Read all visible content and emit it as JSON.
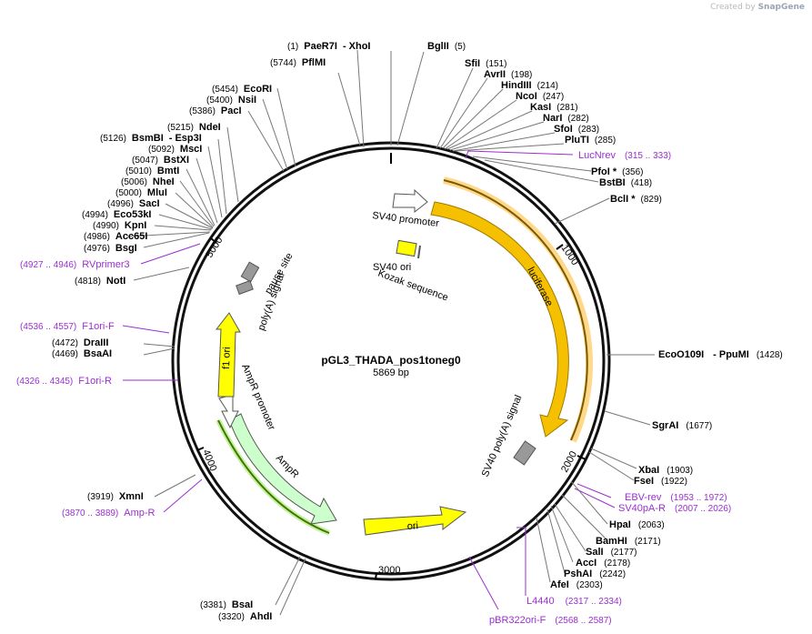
{
  "watermark": {
    "prefix": "Created by",
    "brand": "SnapGene"
  },
  "plasmid": {
    "name": "pGL3_THADA_pos1toneg0",
    "size": "5869 bp"
  },
  "ticks": [
    "1000",
    "2000",
    "3000",
    "4000",
    "5000"
  ],
  "sites": [
    {
      "pre": "(1)",
      "name": "PaeR7I",
      "post": "- XhoI"
    },
    {
      "pre": "(5744)",
      "name": "PflMI",
      "post": ""
    },
    {
      "pre": "",
      "name": "BglII",
      "post": "(5)"
    },
    {
      "pre": "",
      "name": "SfiI",
      "post": "(151)"
    },
    {
      "pre": "",
      "name": "AvrII",
      "post": "(198)"
    },
    {
      "pre": "",
      "name": "HindIII",
      "post": "(214)"
    },
    {
      "pre": "",
      "name": "NcoI",
      "post": "(247)"
    },
    {
      "pre": "",
      "name": "KasI",
      "post": "(281)"
    },
    {
      "pre": "",
      "name": "NarI",
      "post": "(282)"
    },
    {
      "pre": "",
      "name": "SfoI",
      "post": "(283)"
    },
    {
      "pre": "",
      "name": "PluTI",
      "post": "(285)"
    },
    {
      "pre": "",
      "name": "PfoI *",
      "post": "(356)"
    },
    {
      "pre": "",
      "name": "BstBI",
      "post": "(418)"
    },
    {
      "pre": "",
      "name": "BclI *",
      "post": "(829)"
    },
    {
      "pre": "",
      "name": "EcoO109I",
      "post": "- PpuMI"
    },
    {
      "pre": "",
      "name": "SgrAI",
      "post": "(1677)"
    },
    {
      "pre": "",
      "name": "XbaI",
      "post": "(1903)"
    },
    {
      "pre": "",
      "name": "FseI",
      "post": "(1922)"
    },
    {
      "pre": "",
      "name": "HpaI",
      "post": "(2063)"
    },
    {
      "pre": "",
      "name": "BamHI",
      "post": "(2171)"
    },
    {
      "pre": "",
      "name": "SalI",
      "post": "(2177)"
    },
    {
      "pre": "",
      "name": "AccI",
      "post": "(2178)"
    },
    {
      "pre": "",
      "name": "PshAI",
      "post": "(2242)"
    },
    {
      "pre": "",
      "name": "AfeI",
      "post": "(2303)"
    },
    {
      "pre": "(3381)",
      "name": "BsaI",
      "post": ""
    },
    {
      "pre": "(3320)",
      "name": "AhdI",
      "post": ""
    },
    {
      "pre": "(3919)",
      "name": "XmnI",
      "post": ""
    },
    {
      "pre": "(4472)",
      "name": "DraIII",
      "post": ""
    },
    {
      "pre": "(4469)",
      "name": "BsaAI",
      "post": ""
    },
    {
      "pre": "(4818)",
      "name": "NotI",
      "post": ""
    },
    {
      "pre": "(4976)",
      "name": "BsgI",
      "post": ""
    },
    {
      "pre": "(4986)",
      "name": "Acc65I",
      "post": ""
    },
    {
      "pre": "(4990)",
      "name": "KpnI",
      "post": ""
    },
    {
      "pre": "(4994)",
      "name": "Eco53kI",
      "post": ""
    },
    {
      "pre": "(4996)",
      "name": "SacI",
      "post": ""
    },
    {
      "pre": "(5000)",
      "name": "MluI",
      "post": ""
    },
    {
      "pre": "(5006)",
      "name": "NheI",
      "post": ""
    },
    {
      "pre": "(5010)",
      "name": "BmtI",
      "post": ""
    },
    {
      "pre": "(5047)",
      "name": "BstXI",
      "post": ""
    },
    {
      "pre": "(5092)",
      "name": "MscI",
      "post": ""
    },
    {
      "pre": "(5126)",
      "name": "BsmBI",
      "post": "- Esp3I"
    },
    {
      "pre": "(5215)",
      "name": "NdeI",
      "post": ""
    },
    {
      "pre": "(5386)",
      "name": "PacI",
      "post": ""
    },
    {
      "pre": "(5400)",
      "name": "NsiI",
      "post": ""
    },
    {
      "pre": "(5454)",
      "name": "EcoRI",
      "post": ""
    }
  ],
  "ecoO109I_pos": "(1428)",
  "primers": [
    {
      "name": "LucNrev",
      "range": "(315 .. 333)"
    },
    {
      "name": "EBV-rev",
      "range": "(1953 .. 1972)"
    },
    {
      "name": "SV40pA-R",
      "range": "(2007 .. 2026)"
    },
    {
      "name": "L4440",
      "range": "(2317 .. 2334)"
    },
    {
      "name": "pBR322ori-F",
      "range": "(2568 .. 2587)"
    },
    {
      "name": "Amp-R",
      "range": "(3870 .. 3889)"
    },
    {
      "name": "F1ori-R",
      "range": "(4326 .. 4345)"
    },
    {
      "name": "F1ori-F",
      "range": "(4536 .. 4557)"
    },
    {
      "name": "RVprimer3",
      "range": "(4927 .. 4946)"
    }
  ],
  "features": {
    "sv40_promoter": "SV40 promoter",
    "sv40_ori": "SV40 ori",
    "kozak": "Kozak sequence",
    "luciferase": "luciferase",
    "sv40_polya": "SV40 poly(A) signal",
    "ori": "ori",
    "ampr": "AmpR",
    "ampr_promoter": "AmpR promoter",
    "f1_ori": "f1 ori",
    "pause_site": "pause site",
    "polya_signal": "poly(A) signal"
  },
  "colors": {
    "luciferase": "#f5c000",
    "ori": "#ffff00",
    "ampr": "#ccffcc",
    "signal": "#999999",
    "primer": "#9a2fd0"
  }
}
